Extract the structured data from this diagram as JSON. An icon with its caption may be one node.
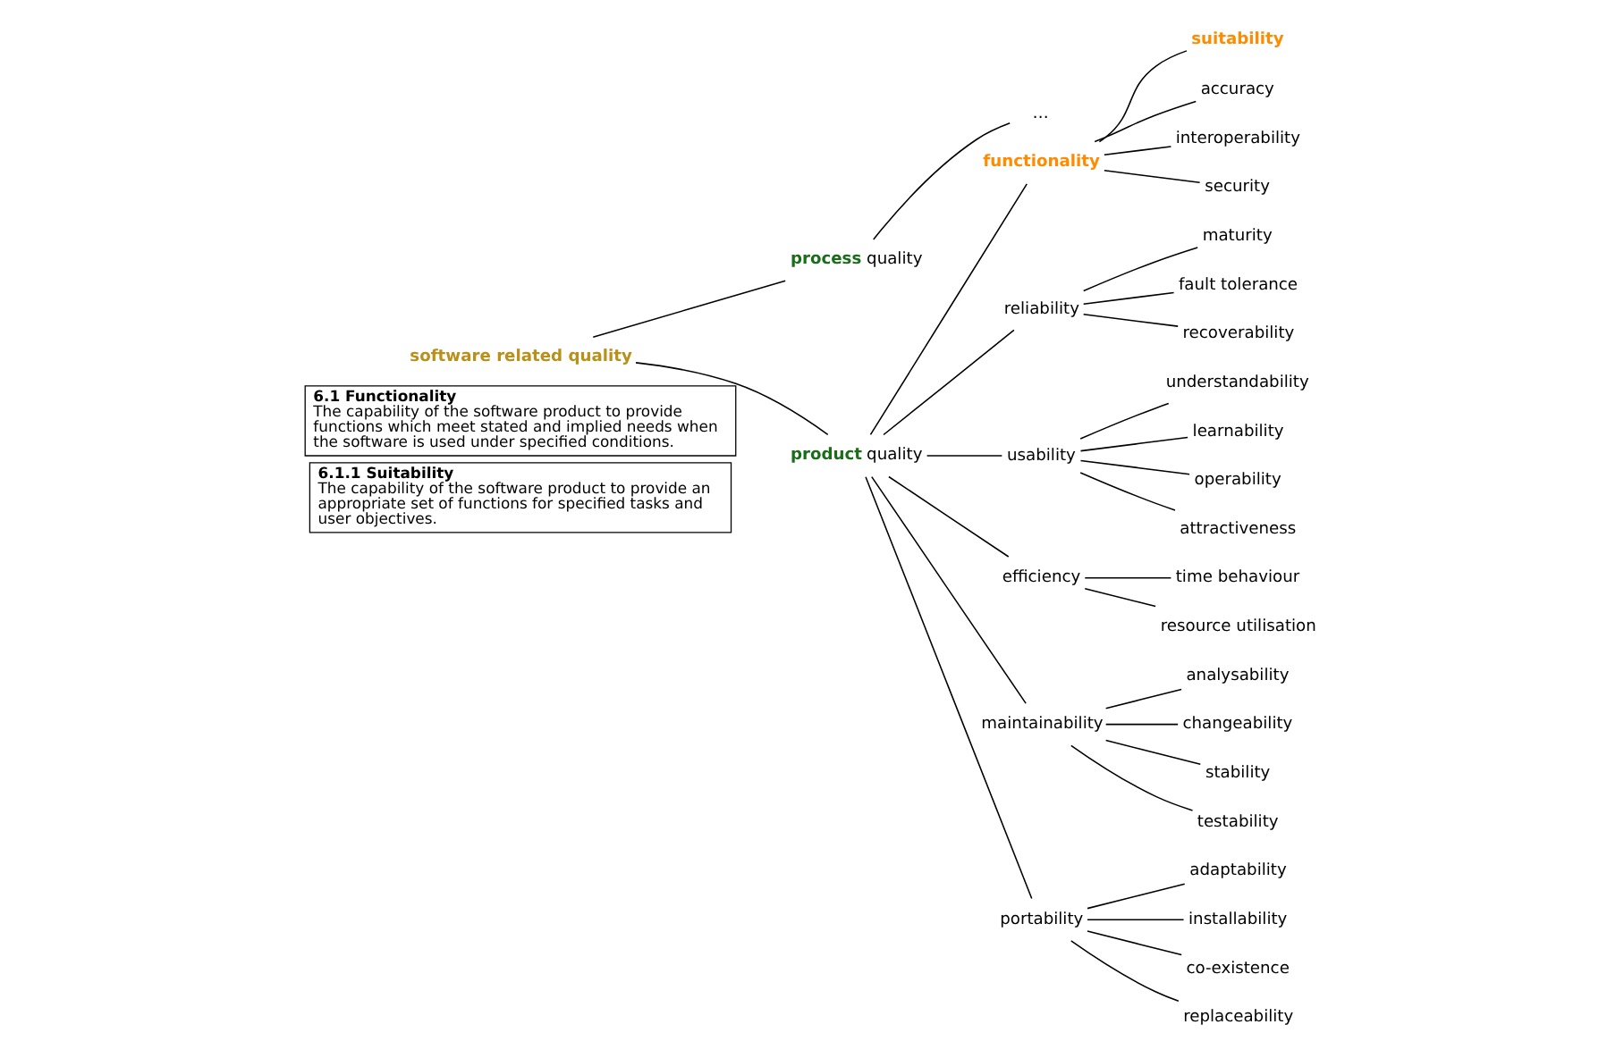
{
  "diagram": {
    "nodes": [
      {
        "text": [
          "software related quality"
        ]
      },
      {
        "text": [
          "**process** quality"
        ]
      },
      {
        "text": [
          "…"
        ]
      },
      {
        "text": [
          "**product** quality"
        ]
      },
      {
        "text": [
          "functionality"
        ]
      },
      {
        "text": [
          "suitability"
        ]
      },
      {
        "text": [
          "accuracy"
        ]
      },
      {
        "text": [
          "interoperability"
        ]
      },
      {
        "text": [
          "security"
        ]
      },
      {
        "text": [
          "reliability"
        ]
      },
      {
        "text": [
          "maturity"
        ]
      },
      {
        "text": [
          "fault tolerance"
        ]
      },
      {
        "text": [
          "recoverability"
        ]
      },
      {
        "text": [
          "usability"
        ]
      },
      {
        "text": [
          "understandability"
        ]
      },
      {
        "text": [
          "learnability"
        ]
      },
      {
        "text": [
          "operability"
        ]
      },
      {
        "text": [
          "attractiveness"
        ]
      },
      {
        "text": [
          "efficiency"
        ]
      },
      {
        "text": [
          "time behaviour"
        ]
      },
      {
        "text": [
          "resource utilisation"
        ]
      },
      {
        "text": [
          "maintainability"
        ]
      },
      {
        "text": [
          "analysability"
        ]
      },
      {
        "text": [
          "changeability"
        ]
      },
      {
        "text": [
          "stability"
        ]
      },
      {
        "text": [
          "testability"
        ]
      },
      {
        "text": [
          "portability"
        ]
      },
      {
        "text": [
          "adaptability"
        ]
      },
      {
        "text": [
          "installability"
        ]
      },
      {
        "text": [
          "co-existence"
        ]
      },
      {
        "text": [
          "replaceability"
        ]
      },
      {
        "text": [
          "6.1 Functionality",
          "The capability of the software product to provide functions which meet stated and implied needs when the software is used under specified conditions."
        ]
      },
      {
        "text": [
          "6.1.1 Suitability",
          "The capability of the software product to provide an appropriate set of functions for specified tasks and user objectives."
        ]
      }
    ],
    "edges": [
      {
        "from": 0,
        "to": 1,
        "arrow": "none"
      },
      {
        "from": 0,
        "to": 3,
        "arrow": "none"
      },
      {
        "from": 1,
        "to": 2,
        "arrow": "none"
      },
      {
        "from": 3,
        "to": 4,
        "arrow": "none"
      },
      {
        "from": 3,
        "to": 9,
        "arrow": "none"
      },
      {
        "from": 3,
        "to": 13,
        "arrow": "none"
      },
      {
        "from": 3,
        "to": 18,
        "arrow": "none"
      },
      {
        "from": 3,
        "to": 21,
        "arrow": "none"
      },
      {
        "from": 3,
        "to": 26,
        "arrow": "none"
      },
      {
        "from": 4,
        "to": 5,
        "arrow": "none"
      },
      {
        "from": 4,
        "to": 6,
        "arrow": "none"
      },
      {
        "from": 4,
        "to": 7,
        "arrow": "none"
      },
      {
        "from": 4,
        "to": 8,
        "arrow": "none"
      },
      {
        "from": 9,
        "to": 10,
        "arrow": "none"
      },
      {
        "from": 9,
        "to": 11,
        "arrow": "none"
      },
      {
        "from": 9,
        "to": 12,
        "arrow": "none"
      },
      {
        "from": 13,
        "to": 14,
        "arrow": "none"
      },
      {
        "from": 13,
        "to": 15,
        "arrow": "none"
      },
      {
        "from": 13,
        "to": 16,
        "arrow": "none"
      },
      {
        "from": 13,
        "to": 17,
        "arrow": "none"
      },
      {
        "from": 18,
        "to": 19,
        "arrow": "none"
      },
      {
        "from": 18,
        "to": 20,
        "arrow": "none"
      },
      {
        "from": 21,
        "to": 22,
        "arrow": "none"
      },
      {
        "from": 21,
        "to": 23,
        "arrow": "none"
      },
      {
        "from": 21,
        "to": 24,
        "arrow": "none"
      },
      {
        "from": 21,
        "to": 25,
        "arrow": "none"
      },
      {
        "from": 26,
        "to": 27,
        "arrow": "none"
      },
      {
        "from": 26,
        "to": 28,
        "arrow": "none"
      },
      {
        "from": 26,
        "to": 29,
        "arrow": "none"
      },
      {
        "from": 26,
        "to": 30,
        "arrow": "none"
      }
    ]
  }
}
